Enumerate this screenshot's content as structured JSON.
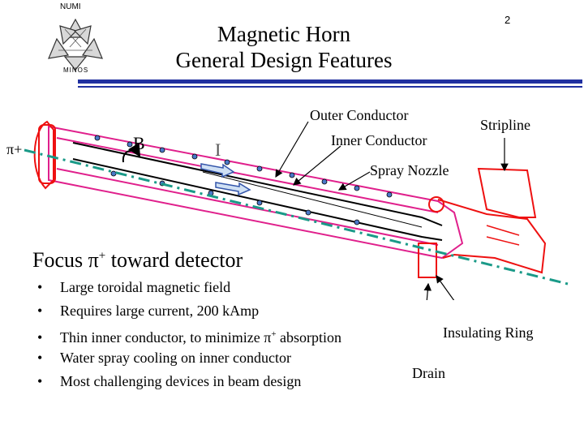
{
  "header": {
    "org": "NUMI",
    "logo_text": "MINOS",
    "slide_number": "2"
  },
  "title": {
    "line1": "Magnetic Horn",
    "line2": "General Design Features"
  },
  "diagram": {
    "labels": {
      "pi_plus": "π+",
      "b_field": "B",
      "current": "I",
      "outer_conductor": "Outer Conductor",
      "inner_conductor": "Inner Conductor",
      "stripline": "Stripline",
      "spray_nozzle": "Spray Nozzle",
      "insulating_ring": "Insulating Ring",
      "drain": "Drain"
    },
    "colors": {
      "horn_outline": "#e0208c",
      "horn_red": "#ee1111",
      "beam_line": "#1a9a88",
      "arrow": "#000000",
      "title_rule": "#2030a0"
    }
  },
  "content": {
    "heading_pre": "Focus π",
    "heading_sup": "+",
    "heading_post": " toward detector",
    "bullets": [
      {
        "text": "Large toroidal magnetic field"
      },
      {
        "text": "Requires large current,   200 kAmp"
      },
      {
        "text": "Thin inner conductor, to minimize π",
        "sup": "+",
        "after": " absorption"
      },
      {
        "text": "Water spray cooling on inner conductor"
      },
      {
        "text": "Most challenging devices in beam design"
      }
    ]
  }
}
